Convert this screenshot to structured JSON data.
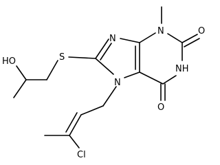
{
  "molecule": {
    "atoms": {
      "N7": "N",
      "N9": "N",
      "N3": "N",
      "NH1": "NH",
      "O2": "O",
      "O6": "O",
      "S": "S",
      "OH": "HO",
      "Cl": "Cl"
    }
  }
}
